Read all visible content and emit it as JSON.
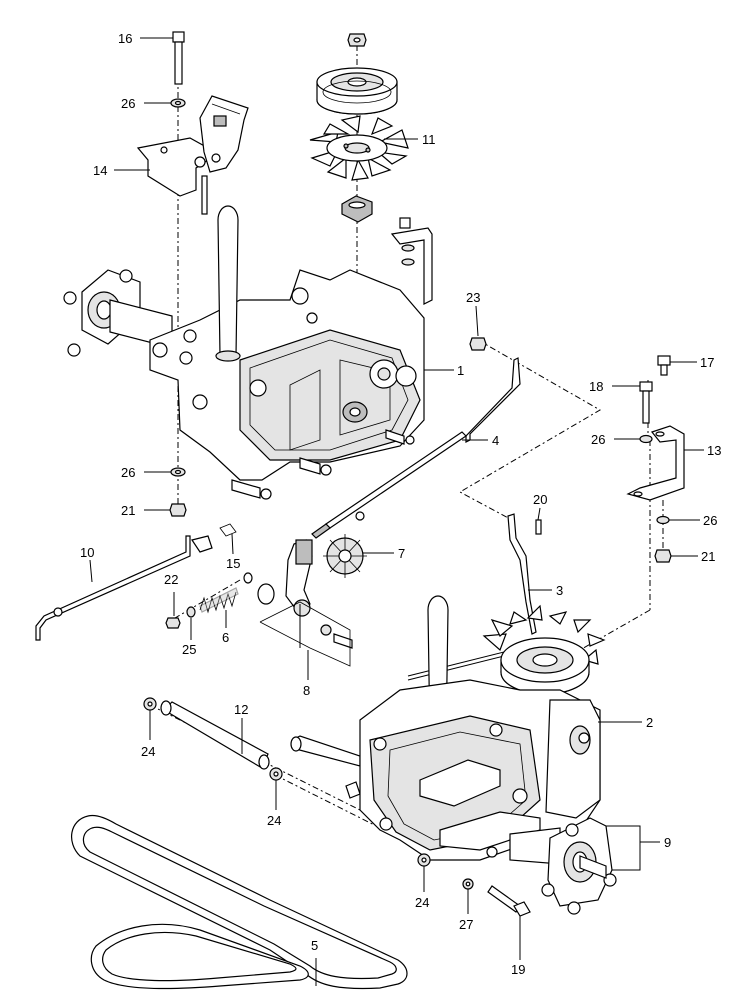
{
  "diagram": {
    "callouts": [
      {
        "id": "c16",
        "label": "16"
      },
      {
        "id": "c26a",
        "label": "26"
      },
      {
        "id": "c14",
        "label": "14"
      },
      {
        "id": "c11",
        "label": "11"
      },
      {
        "id": "c23",
        "label": "23"
      },
      {
        "id": "c1",
        "label": "1"
      },
      {
        "id": "c17",
        "label": "17"
      },
      {
        "id": "c18",
        "label": "18"
      },
      {
        "id": "c4",
        "label": "4"
      },
      {
        "id": "c26b",
        "label": "26"
      },
      {
        "id": "c13",
        "label": "13"
      },
      {
        "id": "c26c",
        "label": "26"
      },
      {
        "id": "c21a",
        "label": "21"
      },
      {
        "id": "c20",
        "label": "20"
      },
      {
        "id": "c26d",
        "label": "26"
      },
      {
        "id": "c21b",
        "label": "21"
      },
      {
        "id": "c10",
        "label": "10"
      },
      {
        "id": "c15",
        "label": "15"
      },
      {
        "id": "c7",
        "label": "7"
      },
      {
        "id": "c22",
        "label": "22"
      },
      {
        "id": "c3",
        "label": "3"
      },
      {
        "id": "c25",
        "label": "25"
      },
      {
        "id": "c6",
        "label": "6"
      },
      {
        "id": "c8",
        "label": "8"
      },
      {
        "id": "c12",
        "label": "12"
      },
      {
        "id": "c2",
        "label": "2"
      },
      {
        "id": "c24a",
        "label": "24"
      },
      {
        "id": "c24b",
        "label": "24"
      },
      {
        "id": "c9",
        "label": "9"
      },
      {
        "id": "c24c",
        "label": "24"
      },
      {
        "id": "c27",
        "label": "27"
      },
      {
        "id": "c19",
        "label": "19"
      },
      {
        "id": "c5",
        "label": "5"
      }
    ]
  }
}
